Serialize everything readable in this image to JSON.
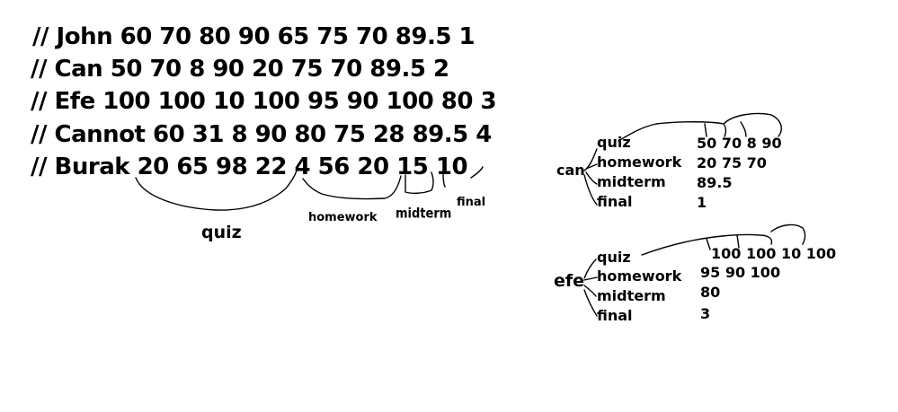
{
  "records": [
    "// John 60 70 80 90 65 75 70 89.5 1",
    "// Can 50 70 8 90 20 75 70 89.5 2",
    "// Efe 100 100 10 100 95 90 100 80 3",
    "// Cannot 60 31 8 90 80 75 28 89.5 4",
    "// Burak 20 65 98 22 4 56 20 15 10"
  ],
  "annotations": {
    "quiz": "quiz",
    "homework": "homework",
    "midterm": "midterm",
    "final": "final"
  },
  "trees": [
    {
      "root": "can",
      "fields": [
        {
          "key": "quiz",
          "value": "50 70 8 90"
        },
        {
          "key": "homework",
          "value": "20 75 70"
        },
        {
          "key": "midterm",
          "value": "89.5"
        },
        {
          "key": "final",
          "value": "1"
        }
      ]
    },
    {
      "root": "efe",
      "fields": [
        {
          "key": "quiz",
          "value": "100 100 10 100"
        },
        {
          "key": "homework",
          "value": "95 90 100"
        },
        {
          "key": "midterm",
          "value": "80"
        },
        {
          "key": "final",
          "value": "3"
        }
      ]
    }
  ]
}
